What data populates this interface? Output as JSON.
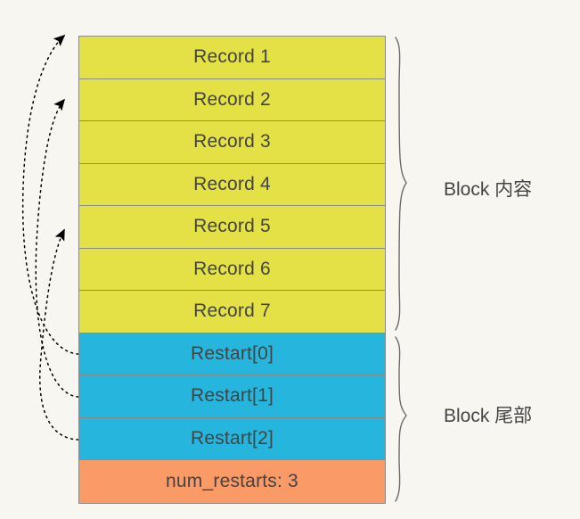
{
  "diagram": {
    "title_alt": "LSM Block Layout",
    "background_color": "#F7F6F1",
    "colors": {
      "record_fill": "#E3E145",
      "restart_fill": "#26B5DC",
      "footer_fill": "#FA9A66",
      "border": "#8A8A8A",
      "text": "#444444",
      "arrow": "#000000",
      "bracket": "#6B6B6B"
    },
    "block": {
      "records": [
        {
          "label": "Record 1"
        },
        {
          "label": "Record 2"
        },
        {
          "label": "Record 3"
        },
        {
          "label": "Record 4"
        },
        {
          "label": "Record 5"
        },
        {
          "label": "Record 6"
        },
        {
          "label": "Record 7"
        }
      ],
      "restarts": [
        {
          "label": "Restart[0]"
        },
        {
          "label": "Restart[1]"
        },
        {
          "label": "Restart[2]"
        }
      ],
      "footer": {
        "label": "num_restarts: 3"
      }
    },
    "brackets": [
      {
        "name": "content",
        "label": "Block  内容"
      },
      {
        "name": "trailer",
        "label": "Block  尾部"
      }
    ],
    "pointers": [
      {
        "from": "Restart[0]",
        "to": "Record 1"
      },
      {
        "from": "Restart[1]",
        "to": "Record 2"
      },
      {
        "from": "Restart[2]",
        "to": "Record 5"
      }
    ]
  }
}
